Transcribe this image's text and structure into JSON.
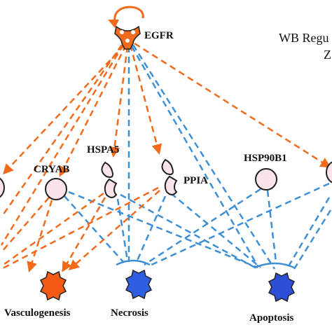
{
  "colors": {
    "activation": "#f26b1d",
    "inhibition": "#3d8fd6",
    "node_pink": "#fbe3ea",
    "node_outline": "#222222",
    "egfr_fill": "#f26b1d",
    "vasculogenesis_fill": "#f25a16",
    "necrosis_fill": "#2f5fe0",
    "apoptosis_fill": "#2c4fd6"
  },
  "corner_text": {
    "line1": "WB Regu",
    "line2": "Z"
  },
  "nodes": {
    "egfr": {
      "label": "EGFR",
      "shape": "receptor-icon"
    },
    "hspa5": {
      "label": "HSPA5",
      "shape": "chaperone-icon"
    },
    "ppia": {
      "label": "PPIA",
      "shape": "chaperone-icon"
    },
    "cryab": {
      "label": "CRYAB",
      "shape": "circle-icon"
    },
    "hsp90b1": {
      "label": "HSP90B1",
      "shape": "circle-icon"
    },
    "vasculogenesis": {
      "label": "Vasculogenesis",
      "shape": "process-gear-icon"
    },
    "necrosis": {
      "label": "Necrosis",
      "shape": "process-gear-icon"
    },
    "apoptosis": {
      "label": "Apoptosis",
      "shape": "process-gear-icon"
    }
  }
}
